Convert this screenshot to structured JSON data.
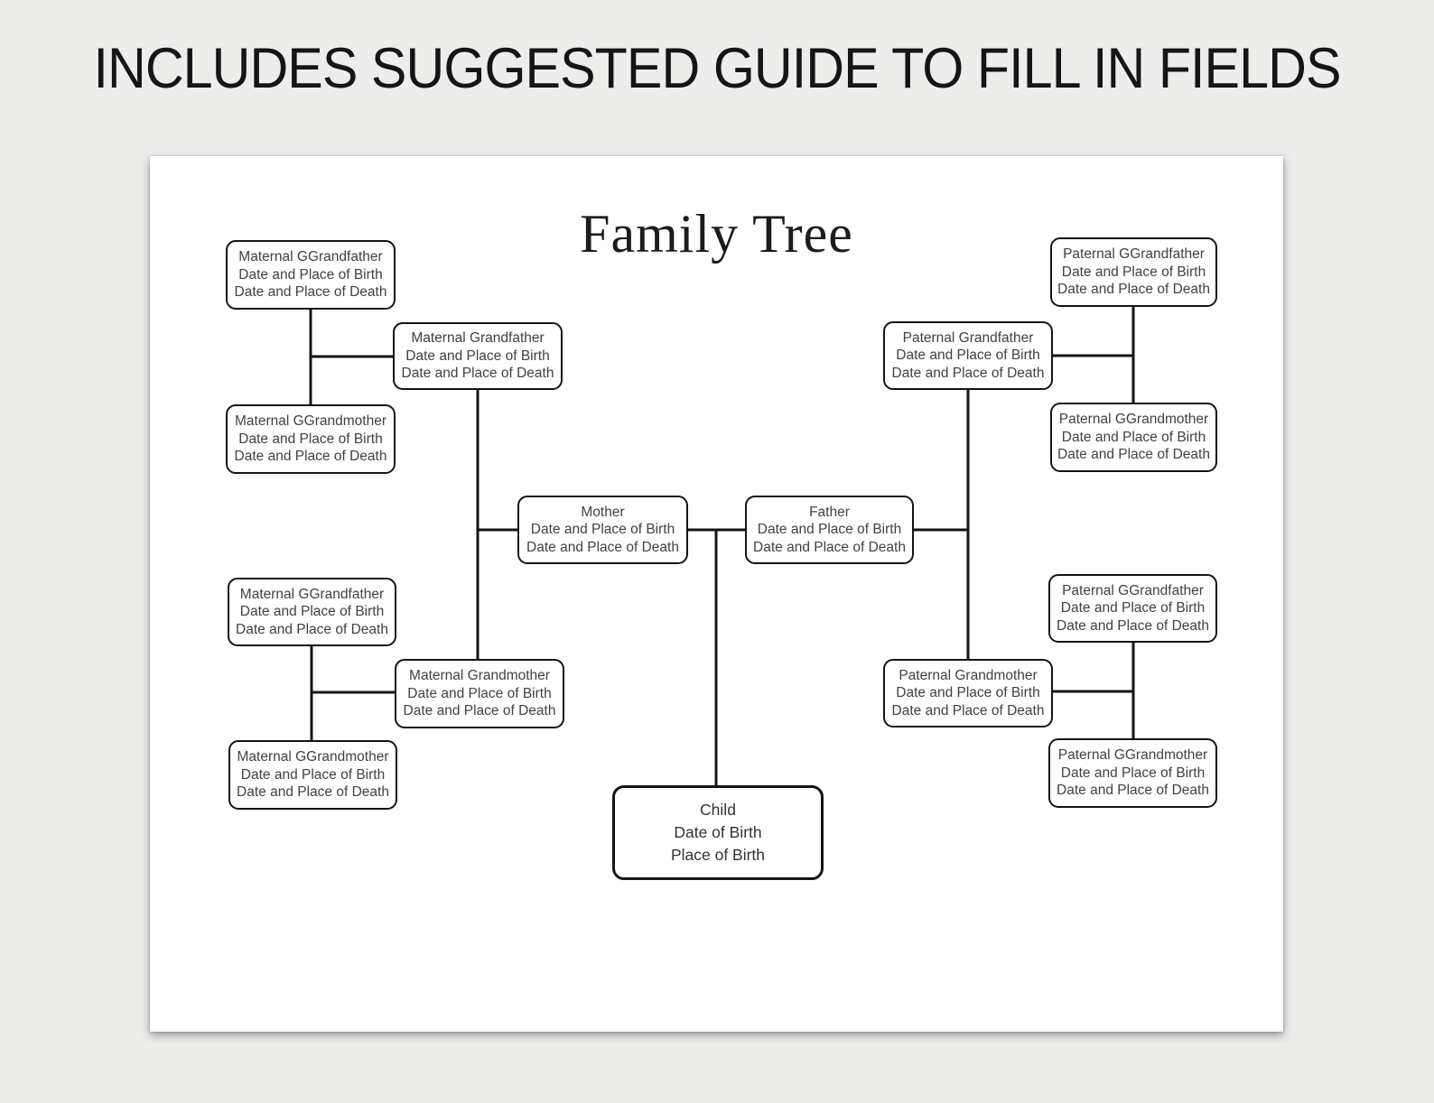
{
  "banner": {
    "text": "INCLUDES SUGGESTED GUIDE TO FILL IN FIELDS"
  },
  "page": {
    "title": "Family Tree",
    "nodes": {
      "maternal_ggrandfather_upper": {
        "line1": "Maternal GGrandfather",
        "line2": "Date and Place of Birth",
        "line3": "Date and Place of Death"
      },
      "maternal_grandfather": {
        "line1": "Maternal Grandfather",
        "line2": "Date and Place of Birth",
        "line3": "Date and Place of Death"
      },
      "maternal_ggrandmother_upper": {
        "line1": "Maternal GGrandmother",
        "line2": "Date and Place of Birth",
        "line3": "Date and Place of Death"
      },
      "maternal_ggrandfather_lower": {
        "line1": "Maternal GGrandfather",
        "line2": "Date and Place of Birth",
        "line3": "Date and Place of Death"
      },
      "maternal_grandmother": {
        "line1": "Maternal Grandmother",
        "line2": "Date and Place of Birth",
        "line3": "Date and Place of Death"
      },
      "maternal_ggrandmother_lower": {
        "line1": "Maternal GGrandmother",
        "line2": "Date and Place of Birth",
        "line3": "Date and Place of Death"
      },
      "mother": {
        "line1": "Mother",
        "line2": "Date and Place of Birth",
        "line3": "Date and Place of Death"
      },
      "father": {
        "line1": "Father",
        "line2": "Date and Place of Birth",
        "line3": "Date and Place of Death"
      },
      "paternal_ggrandfather_upper": {
        "line1": "Paternal GGrandfather",
        "line2": "Date and Place of Birth",
        "line3": "Date and Place of Death"
      },
      "paternal_grandfather": {
        "line1": "Paternal Grandfather",
        "line2": "Date and Place of Birth",
        "line3": "Date and Place of Death"
      },
      "paternal_ggrandmother_upper": {
        "line1": "Paternal GGrandmother",
        "line2": "Date and Place of Birth",
        "line3": "Date and Place of Death"
      },
      "paternal_ggrandfather_lower": {
        "line1": "Paternal GGrandfather",
        "line2": "Date and Place of Birth",
        "line3": "Date and Place of Death"
      },
      "paternal_grandmother": {
        "line1": "Paternal Grandmother",
        "line2": "Date and Place of Birth",
        "line3": "Date and Place of Death"
      },
      "paternal_ggrandmother_lower": {
        "line1": "Paternal GGrandmother",
        "line2": "Date and Place of Birth",
        "line3": "Date and Place of Death"
      },
      "child": {
        "line1": "Child",
        "line2": "Date of Birth",
        "line3": "Place of Birth"
      }
    }
  }
}
